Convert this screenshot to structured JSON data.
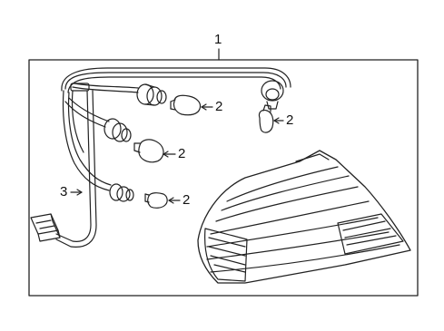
{
  "diagram": {
    "callouts": {
      "assembly": "1",
      "bulb_top": "2",
      "bulb_top_right": "2",
      "bulb_middle": "2",
      "bulb_lower": "2",
      "harness": "3"
    },
    "parts": {
      "1": "lamp-assembly",
      "2": "bulb",
      "3": "wire-harness"
    }
  }
}
